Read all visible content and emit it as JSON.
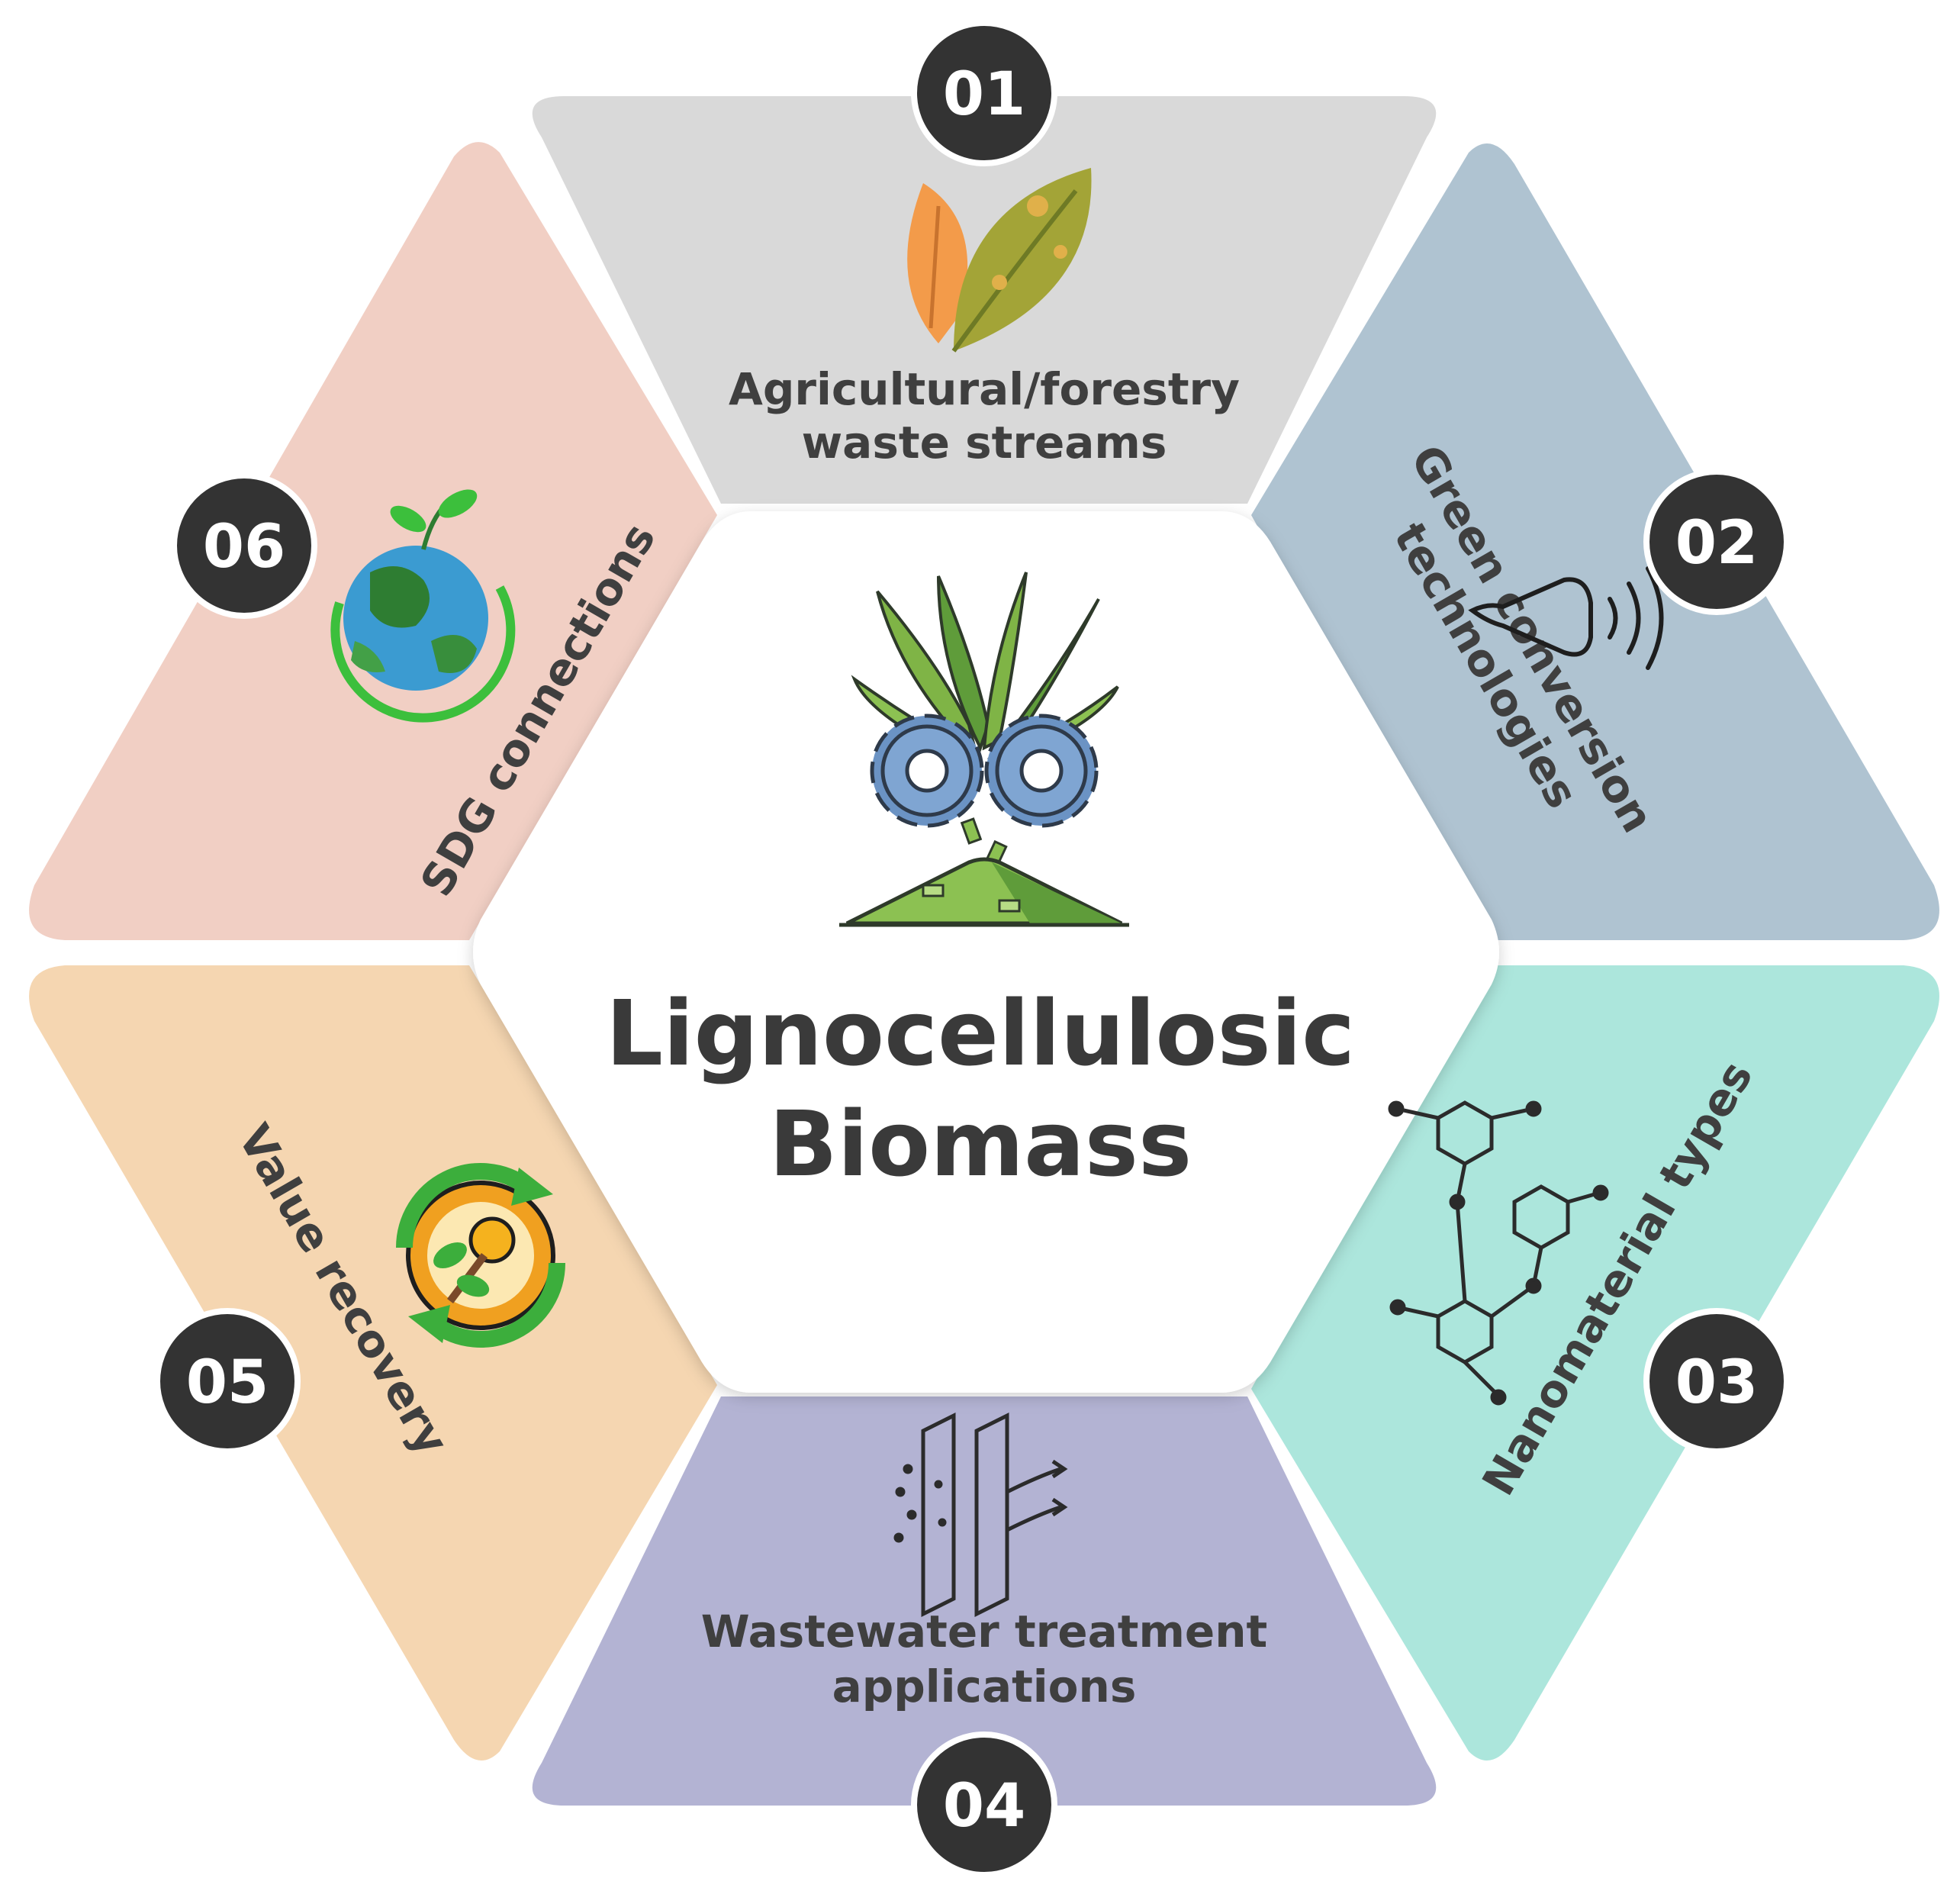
{
  "title_lines": [
    "Lignocellulosic",
    "Biomass"
  ],
  "segments": [
    {
      "number": "01",
      "label_lines": [
        "Agricultural/forestry",
        "waste streams"
      ],
      "color": "#d9d9d9",
      "icon": "leaves-icon"
    },
    {
      "number": "02",
      "label_lines": [
        "Green conversion",
        "technologies"
      ],
      "color": "#afc3d1",
      "icon": "ultrasound-probe-icon"
    },
    {
      "number": "03",
      "label_lines": [
        "Nanomaterial types"
      ],
      "color": "#ace6dc",
      "icon": "molecule-structure-icon"
    },
    {
      "number": "04",
      "label_lines": [
        "Wastewater treatment",
        "applications"
      ],
      "color": "#b3b3d3",
      "icon": "filtration-membrane-icon"
    },
    {
      "number": "05",
      "label_lines": [
        "Value recovery"
      ],
      "color": "#f5d6b1",
      "icon": "circular-economy-icon"
    },
    {
      "number": "06",
      "label_lines": [
        "SDG connections"
      ],
      "color": "#f1cfc4",
      "icon": "globe-sprout-icon"
    }
  ],
  "badge_color": "#333333",
  "center_icon": "biomass-grinding-icon"
}
